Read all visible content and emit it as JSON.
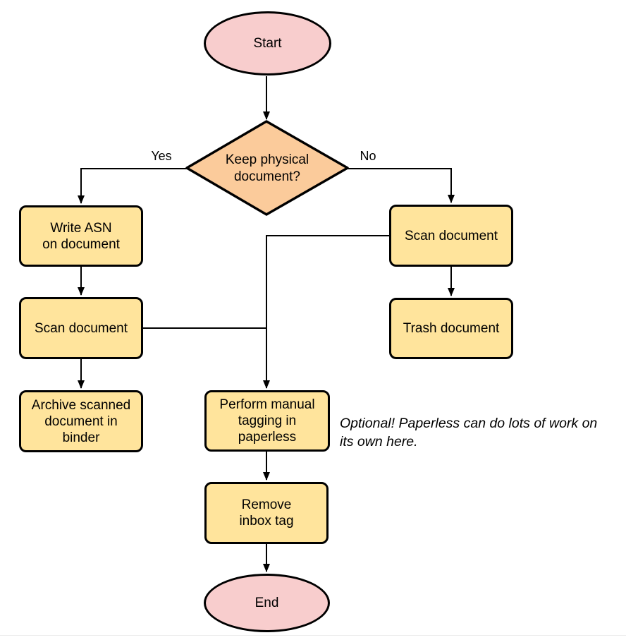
{
  "diagram": {
    "type": "flowchart",
    "nodes": {
      "start": {
        "shape": "ellipse",
        "lines": [
          "Start"
        ]
      },
      "decision": {
        "shape": "diamond",
        "lines": [
          "Keep physical",
          "document?"
        ]
      },
      "write_asn": {
        "shape": "process",
        "lines": [
          "Write ASN",
          "on document"
        ]
      },
      "scan_left": {
        "shape": "process",
        "lines": [
          "Scan document"
        ]
      },
      "archive": {
        "shape": "process",
        "lines": [
          "Archive scanned",
          "document in",
          "binder"
        ]
      },
      "scan_right": {
        "shape": "process",
        "lines": [
          "Scan document"
        ]
      },
      "trash": {
        "shape": "process",
        "lines": [
          "Trash document"
        ]
      },
      "tagging": {
        "shape": "process",
        "lines": [
          "Perform manual",
          "tagging in",
          "paperless"
        ]
      },
      "remove_inbox": {
        "shape": "process",
        "lines": [
          "Remove",
          "inbox tag"
        ]
      },
      "end": {
        "shape": "ellipse",
        "lines": [
          "End"
        ]
      }
    },
    "edge_labels": {
      "yes": "Yes",
      "no": "No"
    },
    "note": {
      "lines": [
        "Optional! Paperless can do lots of work on",
        "its own here."
      ]
    }
  },
  "colors": {
    "terminal_fill": "#F8CDCD",
    "decision_fill": "#FBCB9B",
    "process_fill": "#FFE49C",
    "stroke": "#000000",
    "note_text": "#000000"
  }
}
